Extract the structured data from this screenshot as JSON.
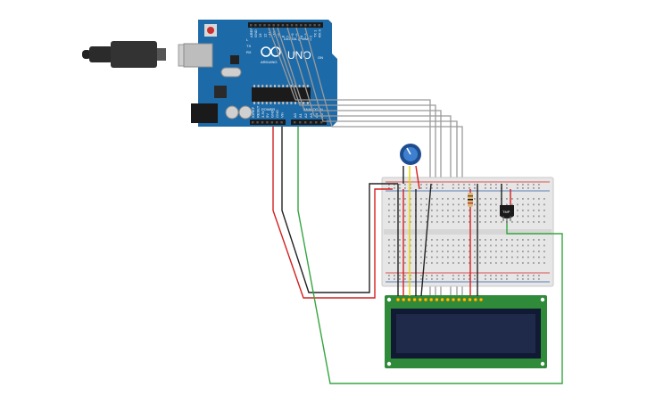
{
  "board": {
    "brand": "ARDUINO",
    "model": "UNO",
    "header_digital": "DIGITAL (PWM~)",
    "header_power": "POWER",
    "header_analog": "ANALOG IN",
    "tx_label": "TX",
    "rx_label": "RX",
    "l_label": "L",
    "on_label": "ON",
    "digital_pins": [
      "AREF",
      "GND",
      "13",
      "12",
      "~11",
      "~10",
      "~9",
      "8",
      "7",
      "~6",
      "~5",
      "4",
      "~3",
      "2",
      "TX 1",
      "RX 0"
    ],
    "power_pins": [
      "IOREF",
      "RESET",
      "3.3V",
      "5V",
      "GND",
      "GND",
      "Vin"
    ],
    "analog_pins": [
      "A0",
      "A1",
      "A2",
      "A3",
      "A4",
      "A5"
    ]
  },
  "sensor": {
    "label": "TMP"
  },
  "colors": {
    "board": "#1d6aa8",
    "breadboard": "#e6e6e6",
    "lcd_pcb": "#2f8a3a",
    "lcd_screen": "#1f2a4a",
    "wire_gray": "#9a9a9a",
    "wire_red": "#d42020",
    "wire_black": "#222222",
    "wire_green": "#35a540",
    "wire_yellow": "#e8d000"
  }
}
